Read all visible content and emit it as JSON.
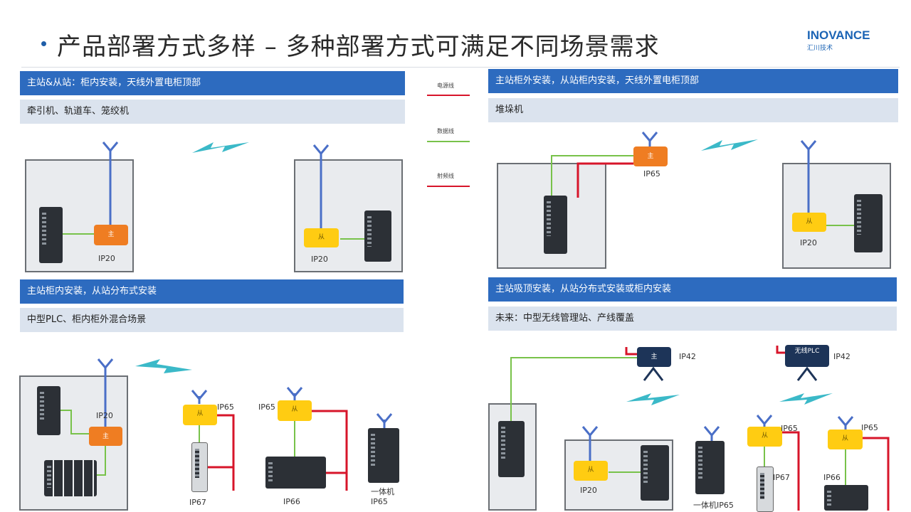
{
  "header": {
    "title": "产品部署方式多样 – 多种部署方式可满足不同场景需求",
    "logo": "INOVANCE",
    "logo_sub": "汇川技术"
  },
  "legend": {
    "power": "电源线",
    "data": "数据线",
    "rf": "射频线"
  },
  "colors": {
    "header_blue": "#2d6bbf",
    "sub_gray": "#dbe3ee",
    "orange": "#ef7d22",
    "yellow": "#ffcc12",
    "navy": "#1d3458",
    "power_red": "#d7152a",
    "data_green": "#78c24a",
    "antenna_blue": "#4a6fc7"
  },
  "panels": {
    "p1": {
      "head": "主站&从站：柜内安装，天线外置电柜顶部",
      "sub": "牵引机、轨道车、笼绞机",
      "master": "主",
      "slave": "从",
      "ip_a": "IP20",
      "ip_b": "IP20"
    },
    "p2": {
      "head": "主站柜外安装，从站柜内安装，天线外置电柜顶部",
      "sub": "堆垛机",
      "master": "主",
      "slave": "从",
      "ip_a": "IP65",
      "ip_b": "IP20"
    },
    "p3": {
      "head": "主站柜内安装，从站分布式安装",
      "sub": "中型PLC、柜内柜外混合场景",
      "master": "主",
      "slave": "从",
      "ip_master": "IP20",
      "ip_s1": "IP65",
      "ip_s2": "IP65",
      "ip_io1": "IP67",
      "ip_io2": "IP66",
      "ip_motor": "IP65",
      "motor_label": "一体机"
    },
    "p4": {
      "head": "主站吸顶安装，从站分布式安装或柜内安装",
      "sub": "未来：中型无线管理站、产线覆盖",
      "master": "主",
      "wplc": "无线PLC",
      "slave": "从",
      "ip_master": "IP42",
      "ip_wplc": "IP42",
      "ip_slave_cab": "IP20",
      "ip_s1": "IP65",
      "ip_s2": "IP65",
      "ip_io1": "IP67",
      "ip_io2": "IP66",
      "motor_label": "一体机IP65"
    }
  }
}
